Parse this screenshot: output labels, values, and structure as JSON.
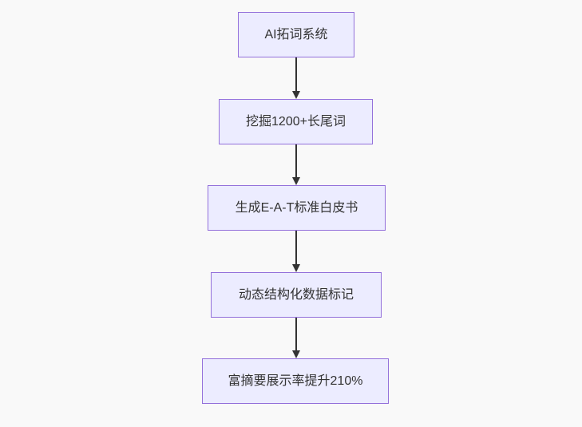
{
  "diagram": {
    "type": "flowchart",
    "direction": "top-down",
    "nodes": [
      {
        "label": "AI拓词系统"
      },
      {
        "label": "挖掘1200+长尾词"
      },
      {
        "label": "生成E-A-T标准白皮书"
      },
      {
        "label": "动态结构化数据标记"
      },
      {
        "label": "富摘要展示率提升210%"
      }
    ],
    "edges": [
      {
        "from": "AI拓词系统",
        "to": "挖掘1200+长尾词"
      },
      {
        "from": "挖掘1200+长尾词",
        "to": "生成E-A-T标准白皮书"
      },
      {
        "from": "生成E-A-T标准白皮书",
        "to": "动态结构化数据标记"
      },
      {
        "from": "动态结构化数据标记",
        "to": "富摘要展示率提升210%"
      }
    ],
    "style": {
      "node_fill": "#ECECFF",
      "node_border": "#9370DB",
      "node_text_color": "#333333",
      "arrow_color": "#333333",
      "background": "#f9f9f9"
    }
  }
}
